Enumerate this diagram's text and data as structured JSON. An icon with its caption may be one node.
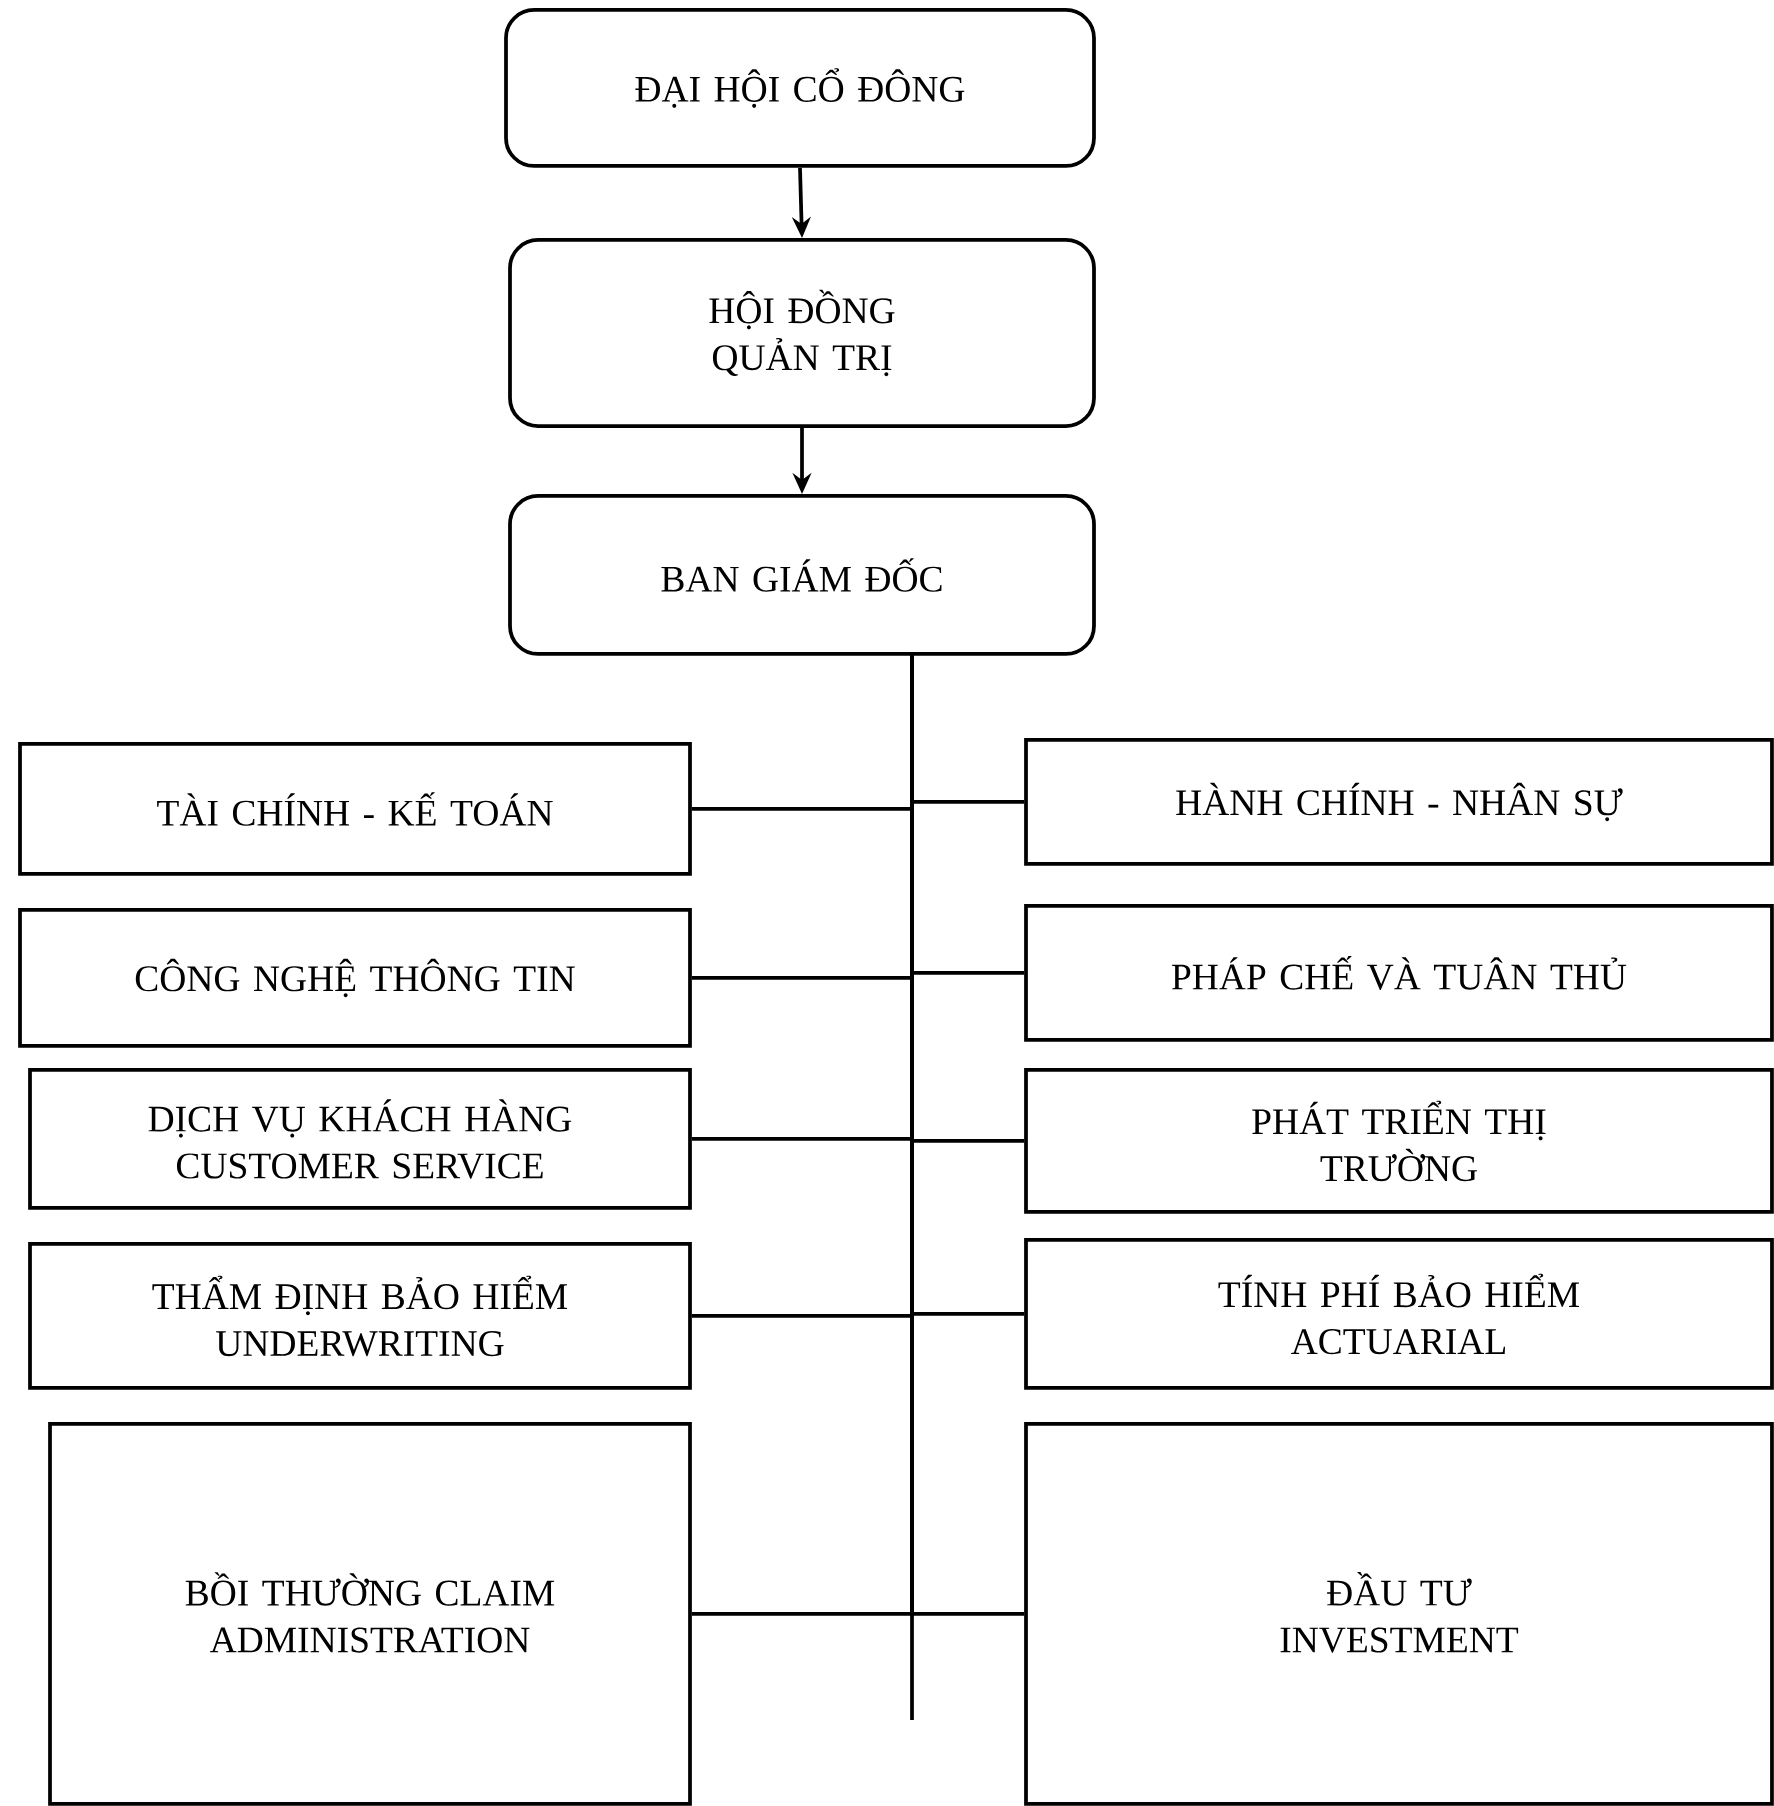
{
  "diagram": {
    "nodes": [
      {
        "text": [
          "ĐẠI HỘI CỔ ĐÔNG"
        ]
      },
      {
        "text": [
          "HỘI ĐỒNG QUẢN TRỊ"
        ]
      },
      {
        "text": [
          "BAN GIÁM ĐỐC"
        ]
      },
      {
        "text": [
          "TÀI CHÍNH - KẾ TOÁN"
        ]
      },
      {
        "text": [
          "HÀNH CHÍNH - NHÂN SỰ"
        ]
      },
      {
        "text": [
          "CÔNG NGHỆ THÔNG TIN"
        ]
      },
      {
        "text": [
          "PHÁP CHẾ VÀ TUÂN THỦ"
        ]
      },
      {
        "text": [
          "DỊCH VỤ KHÁCH HÀNG CUSTOMER SERVICE"
        ]
      },
      {
        "text": [
          "PHÁT TRIỂN THỊ TRƯỜNG"
        ]
      },
      {
        "text": [
          "THẨM ĐỊNH BẢO HIỂM UNDERWRITING"
        ]
      },
      {
        "text": [
          "TÍNH PHÍ BẢO HIỂM ACTUARIAL"
        ]
      },
      {
        "text": [
          "BỒI THƯỜNG CLAIM ADMINISTRATION"
        ]
      },
      {
        "text": [
          "ĐẦU TƯ INVESTMENT"
        ]
      }
    ],
    "edges": [
      {
        "from": 0,
        "to": 1,
        "arrow": "to"
      },
      {
        "from": 1,
        "to": 2,
        "arrow": "to"
      },
      {
        "from": 2,
        "to": 3,
        "arrow": "none"
      },
      {
        "from": 2,
        "to": 4,
        "arrow": "none"
      },
      {
        "from": 2,
        "to": 5,
        "arrow": "none"
      },
      {
        "from": 2,
        "to": 6,
        "arrow": "none"
      },
      {
        "from": 2,
        "to": 7,
        "arrow": "none"
      },
      {
        "from": 2,
        "to": 8,
        "arrow": "none"
      },
      {
        "from": 2,
        "to": 9,
        "arrow": "none"
      },
      {
        "from": 2,
        "to": 10,
        "arrow": "none"
      },
      {
        "from": 2,
        "to": 11,
        "arrow": "none"
      },
      {
        "from": 2,
        "to": 12,
        "arrow": "none"
      }
    ]
  }
}
